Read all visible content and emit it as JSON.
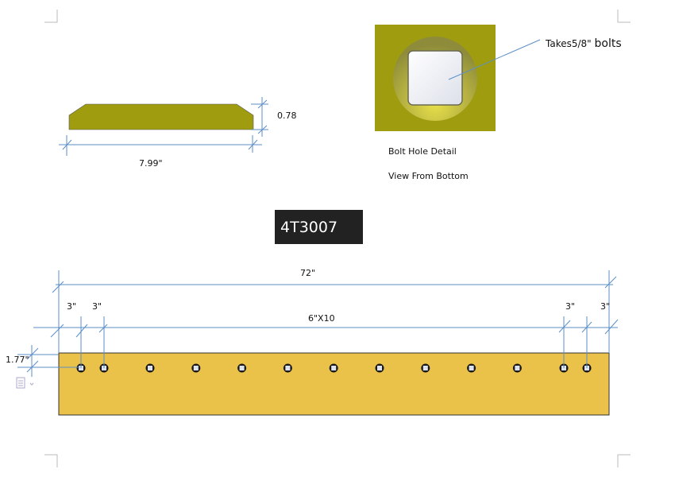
{
  "part_number": "4T3007",
  "profile": {
    "thickness": "0.78",
    "width": "7.99\""
  },
  "bolt_detail": {
    "callout": "Takes5/8\"",
    "callout_unit": "bolts",
    "caption1": "Bolt Hole Detail",
    "caption2": "View From Bottom"
  },
  "blade": {
    "length": "72\"",
    "spacing_left_1": "3\"",
    "spacing_left_2": "3\"",
    "hole_pattern": "6\"X10",
    "spacing_right_1": "3\"",
    "spacing_right_2": "3\"",
    "edge_offset": "1.77\"",
    "hole_count": 13
  },
  "colors": {
    "blade": "#eac24a",
    "profile": "#a09c10",
    "dimension": "#5b8fc7"
  }
}
